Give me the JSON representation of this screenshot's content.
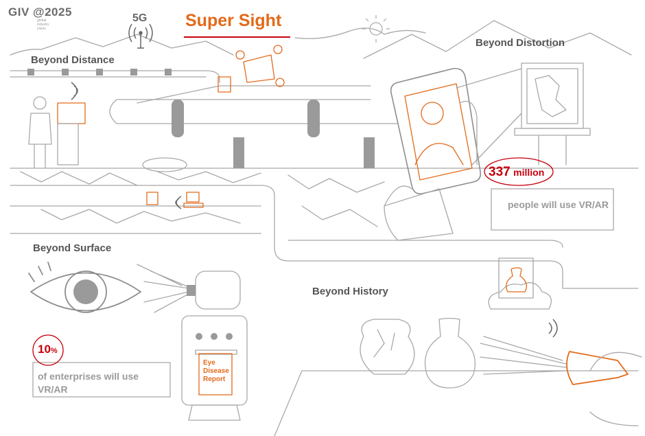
{
  "header": {
    "logo_text": "GIV @2025",
    "logo_subtext": [
      "global",
      "industry",
      "vision"
    ],
    "network_label": "5G",
    "title": "Super Sight"
  },
  "sections": {
    "distance": "Beyond Distance",
    "distortion": "Beyond Distortion",
    "surface": "Beyond Surface",
    "history": "Beyond History"
  },
  "stats": {
    "vr_users": {
      "value": "337",
      "unit": "million",
      "note": "people will use VR/AR"
    },
    "enterprises": {
      "value": "10",
      "unit": "%",
      "note": "of enterprises will use VR/AR"
    }
  },
  "report_card": {
    "label": "Eye Disease Report"
  },
  "colors": {
    "accent": "#e26a1a",
    "highlight_red": "#c7000b",
    "line_gray": "#8c8c8c",
    "fill_gray": "#9a9a9a",
    "note_gray": "#9a9a9a"
  },
  "icons": [
    "signal-tower-icon",
    "sun-icon",
    "wifi-icon",
    "drone-icon",
    "robot-icon",
    "eye-icon",
    "camera-icon",
    "vr-headset-icon",
    "phone-icon",
    "vase-icon",
    "cloud-icon"
  ]
}
